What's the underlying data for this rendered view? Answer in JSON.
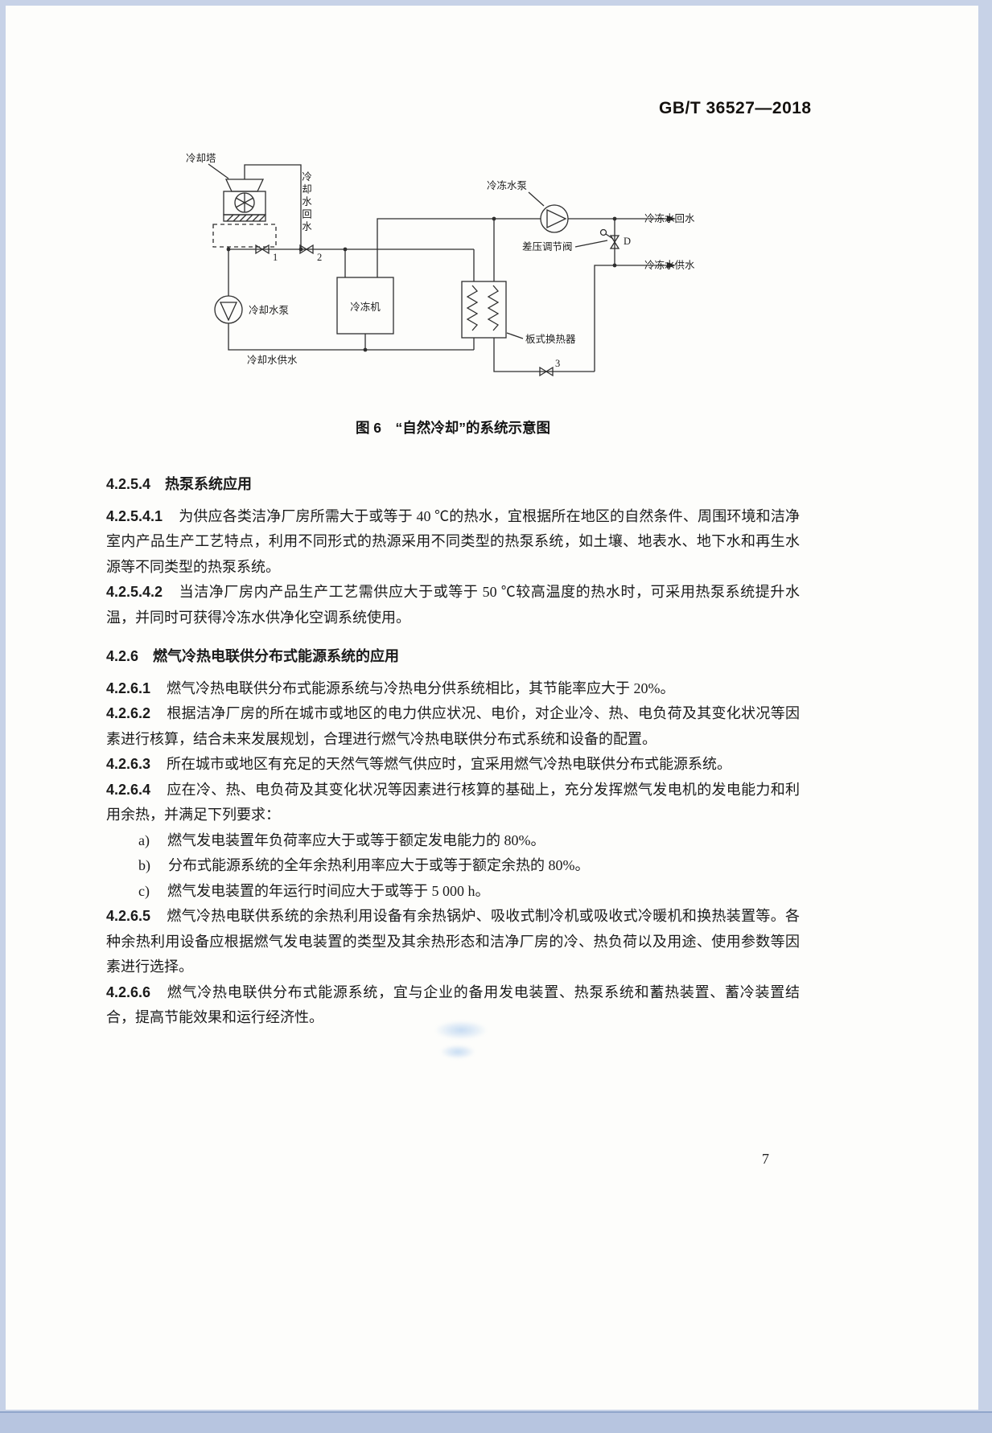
{
  "doc": {
    "number": "GB/T 36527—2018",
    "page_number": "7"
  },
  "figure": {
    "caption": "图 6　“自然冷却”的系统示意图",
    "labels": {
      "cooling_tower": "冷却塔",
      "cooling_water_return_vertical": "冷却水回水",
      "chilled_water_pump": "冷冻水泵",
      "chilled_water_return": "冷冻水回水",
      "diff_pressure_valve": "差压调节阀",
      "valve_d": "D",
      "chilled_water_supply": "冷冻水供水",
      "valve_1": "1",
      "valve_2": "2",
      "valve_3": "3",
      "chiller": "冷冻机",
      "plate_heat_exchanger": "板式换热器",
      "cooling_water_pump": "冷却水泵",
      "cooling_water_supply": "冷却水供水"
    }
  },
  "content": [
    {
      "type": "heading",
      "num": "4.2.5.4",
      "text": "热泵系统应用"
    },
    {
      "type": "clause",
      "num": "4.2.5.4.1",
      "text": "为供应各类洁净厂房所需大于或等于 40 ℃的热水，宜根据所在地区的自然条件、周围环境和洁净室内产品生产工艺特点，利用不同形式的热源采用不同类型的热泵系统，如土壤、地表水、地下水和再生水源等不同类型的热泵系统。"
    },
    {
      "type": "clause",
      "num": "4.2.5.4.2",
      "text": "当洁净厂房内产品生产工艺需供应大于或等于 50 ℃较高温度的热水时，可采用热泵系统提升水温，并同时可获得冷冻水供净化空调系统使用。"
    },
    {
      "type": "heading",
      "num": "4.2.6",
      "text": "燃气冷热电联供分布式能源系统的应用"
    },
    {
      "type": "clause",
      "num": "4.2.6.1",
      "text": "燃气冷热电联供分布式能源系统与冷热电分供系统相比，其节能率应大于 20%。"
    },
    {
      "type": "clause",
      "num": "4.2.6.2",
      "text": "根据洁净厂房的所在城市或地区的电力供应状况、电价，对企业冷、热、电负荷及其变化状况等因素进行核算，结合未来发展规划，合理进行燃气冷热电联供分布式系统和设备的配置。"
    },
    {
      "type": "clause",
      "num": "4.2.6.3",
      "text": "所在城市或地区有充足的天然气等燃气供应时，宜采用燃气冷热电联供分布式能源系统。"
    },
    {
      "type": "clause",
      "num": "4.2.6.4",
      "text": "应在冷、热、电负荷及其变化状况等因素进行核算的基础上，充分发挥燃气发电机的发电能力和利用余热，并满足下列要求："
    },
    {
      "type": "list-item",
      "marker": "a)",
      "text": "燃气发电装置年负荷率应大于或等于额定发电能力的 80%。"
    },
    {
      "type": "list-item",
      "marker": "b)",
      "text": "分布式能源系统的全年余热利用率应大于或等于额定余热的 80%。"
    },
    {
      "type": "list-item",
      "marker": "c)",
      "text": "燃气发电装置的年运行时间应大于或等于 5 000 h。"
    },
    {
      "type": "clause",
      "num": "4.2.6.5",
      "text": "燃气冷热电联供系统的余热利用设备有余热锅炉、吸收式制冷机或吸收式冷暖机和换热装置等。各种余热利用设备应根据燃气发电装置的类型及其余热形态和洁净厂房的冷、热负荷以及用途、使用参数等因素进行选择。"
    },
    {
      "type": "clause",
      "num": "4.2.6.6",
      "text": "燃气冷热电联供分布式能源系统，宜与企业的备用发电装置、热泵系统和蓄热装置、蓄冷装置结合，提高节能效果和运行经济性。"
    }
  ]
}
